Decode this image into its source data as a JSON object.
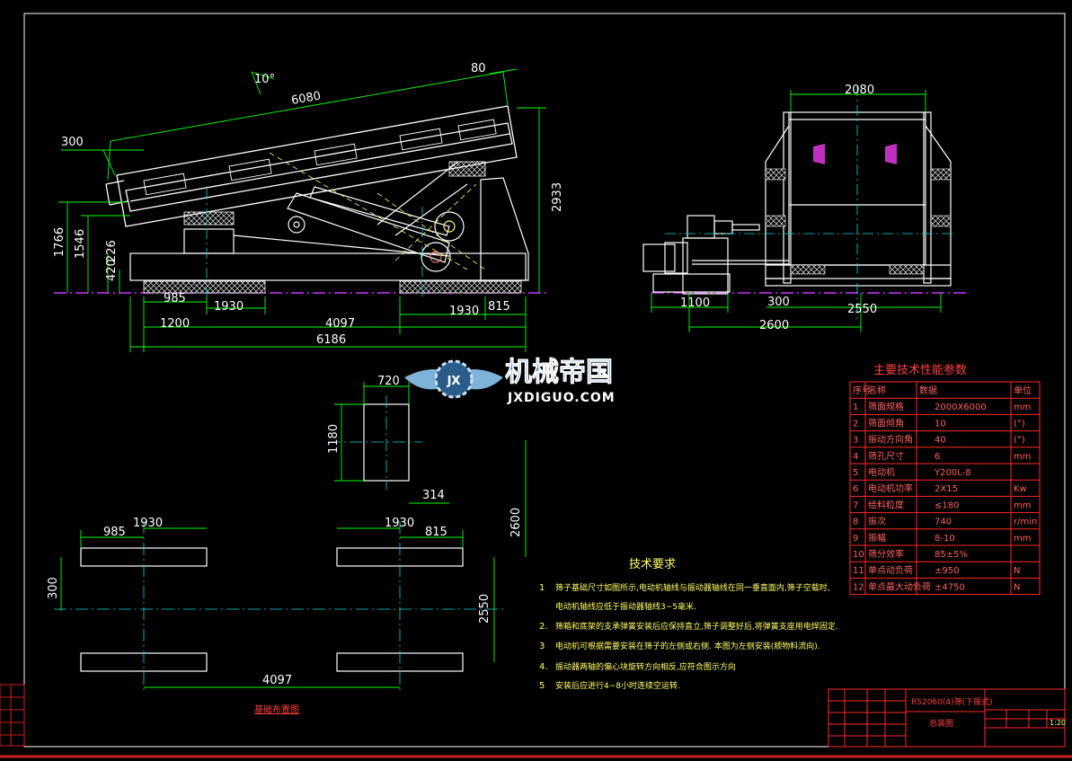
{
  "side_view": {
    "angle_label": "10°",
    "dims": {
      "len_6080": "6080",
      "d80": "80",
      "d300": "300",
      "d1766": "1766",
      "d1546": "1546",
      "d420": "420",
      "d226": "226",
      "d2933": "2933",
      "d985": "985",
      "d1930a": "1930",
      "d1200": "1200",
      "d4097": "4097",
      "d1930b": "1930",
      "d815": "815",
      "d6186": "6186"
    }
  },
  "end_view": {
    "dims": {
      "w2080": "2080",
      "d1100": "1100",
      "d300": "300",
      "d2550": "2550",
      "d2600": "2600"
    }
  },
  "foundation": {
    "dims": {
      "d720": "720",
      "d1180": "1180",
      "d314": "314",
      "d2600": "2600",
      "d985": "985",
      "d1930a": "1930",
      "d1930b": "1930",
      "d815": "815",
      "d300": "300",
      "d2550": "2550",
      "d4097": "4097"
    },
    "caption": "基础布置图"
  },
  "watermark": {
    "title": "机械帝国",
    "url": "JXDIGUO.COM",
    "badge": "JX"
  },
  "tech_requirements": {
    "heading": "技术要求",
    "items": [
      {
        "num": "1",
        "text": "筛子基础尺寸如图所示,电动机轴线与振动器轴线在同一垂直面内,筛子空载时,"
      },
      {
        "num": "",
        "text": "电动机轴线应低于振动器轴线3~5毫米."
      },
      {
        "num": "2.",
        "text": "筛箱和底架的支承弹簧安装后应保持直立,筛子调整好后,将弹簧支座用电焊固定."
      },
      {
        "num": "3",
        "text": "电动机可根据需要安装在筛子的左侧或右侧.    本图为左侧安装(顺物料流向)."
      },
      {
        "num": "4.",
        "text": "振动器两轴的偏心块旋转方向相反,应符合图示方向"
      },
      {
        "num": "5",
        "text": "安装后应进行4~8小时连续空运转."
      }
    ]
  },
  "params_table": {
    "title": "主要技术性能参数",
    "headers": [
      "序号",
      "名称",
      "数据",
      "单位"
    ],
    "rows": [
      {
        "no": "1",
        "name": "筛面规格",
        "value": "2000X6000",
        "unit": "mm"
      },
      {
        "no": "2",
        "name": "筛面倾角",
        "value": "10",
        "unit": "(°)"
      },
      {
        "no": "3",
        "name": "振动方向角",
        "value": "40",
        "unit": "(°)"
      },
      {
        "no": "4",
        "name": "筛孔尺寸",
        "value": "6",
        "unit": "mm"
      },
      {
        "no": "5",
        "name": "电动机",
        "value": "Y200L-8",
        "unit": ""
      },
      {
        "no": "6",
        "name": "电动机功率",
        "value": "2X15",
        "unit": "Kw"
      },
      {
        "no": "7",
        "name": "给料粒度",
        "value": "≤180",
        "unit": "mm"
      },
      {
        "no": "8",
        "name": "振次",
        "value": "740",
        "unit": "r/min"
      },
      {
        "no": "9",
        "name": "振幅",
        "value": "8-10",
        "unit": "mm"
      },
      {
        "no": "10",
        "name": "筛分效率",
        "value": "85±5%",
        "unit": ""
      },
      {
        "no": "11",
        "name": "单点动负荷",
        "value": "±950",
        "unit": "N"
      },
      {
        "no": "12",
        "name": "单点最大动负荷",
        "value": "±4750",
        "unit": "N"
      }
    ]
  },
  "title_block": {
    "drawing_name": "RS2060(4)筛(下振式)",
    "sub_name": "总装图",
    "scale": "1:20"
  },
  "colors": {
    "background": "#000000",
    "lines": "#ffffff",
    "dims": "#00ff00",
    "text": "#ffff00",
    "table": "#ff0000",
    "center": "#00d8d8",
    "ground": "#cc33ff"
  }
}
